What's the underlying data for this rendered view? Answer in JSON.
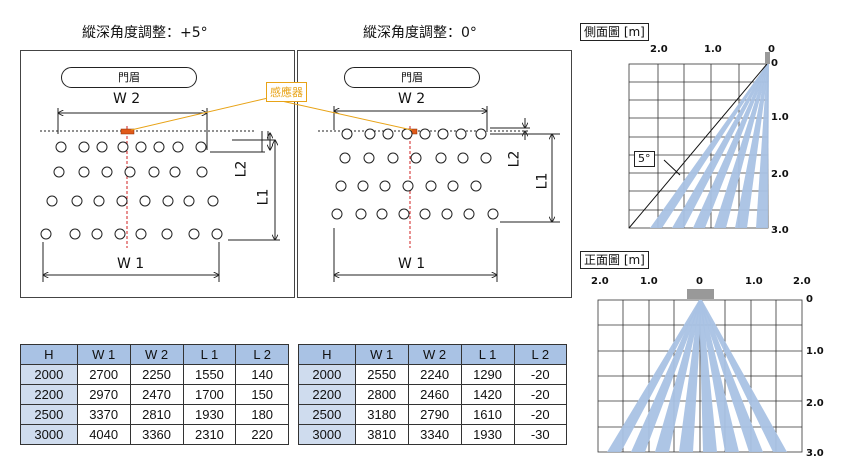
{
  "panel_left": {
    "title": "縱深角度調整：+5°",
    "door_label": "門眉",
    "w2": "W 2",
    "w1": "W 1",
    "l1": "L1",
    "l2": "L2"
  },
  "panel_mid": {
    "title": "縱深角度調整：0°",
    "door_label": "門眉",
    "w2": "W 2",
    "w1": "W 1",
    "l1": "L1",
    "l2": "L2"
  },
  "sensor_label": "感應器",
  "side_view": {
    "title": "側面圖 [m]",
    "top_ticks": [
      "2.0",
      "1.0",
      "0"
    ],
    "right_ticks": [
      "0",
      "1.0",
      "2.0",
      "3.0"
    ],
    "angle_label": "5°"
  },
  "front_view": {
    "title": "正面圖 [m]",
    "top_ticks": [
      "2.0",
      "1.0",
      "0",
      "1.0",
      "2.0"
    ],
    "right_ticks": [
      "0",
      "1.0",
      "2.0",
      "3.0"
    ]
  },
  "table_left": {
    "headers": [
      "H",
      "W 1",
      "W 2",
      "L 1",
      "L 2"
    ],
    "rows": [
      [
        "2000",
        "2700",
        "2250",
        "1550",
        "140"
      ],
      [
        "2200",
        "2970",
        "2470",
        "1700",
        "150"
      ],
      [
        "2500",
        "3370",
        "2810",
        "1930",
        "180"
      ],
      [
        "3000",
        "4040",
        "3360",
        "2310",
        "220"
      ]
    ]
  },
  "table_right": {
    "headers": [
      "H",
      "W 1",
      "W 2",
      "L 1",
      "L 2"
    ],
    "rows": [
      [
        "2000",
        "2550",
        "2240",
        "1290",
        "-20"
      ],
      [
        "2200",
        "2800",
        "2460",
        "1420",
        "-20"
      ],
      [
        "2500",
        "3180",
        "2790",
        "1610",
        "-20"
      ],
      [
        "3000",
        "3810",
        "3340",
        "1930",
        "-30"
      ]
    ]
  },
  "colors": {
    "beam": "#a9c2e4",
    "sensor": "#e05a1a",
    "callout": "#e8a317",
    "axis": "#d22020",
    "table_header": "#a9c2e4",
    "table_h": "#cfdcee"
  }
}
